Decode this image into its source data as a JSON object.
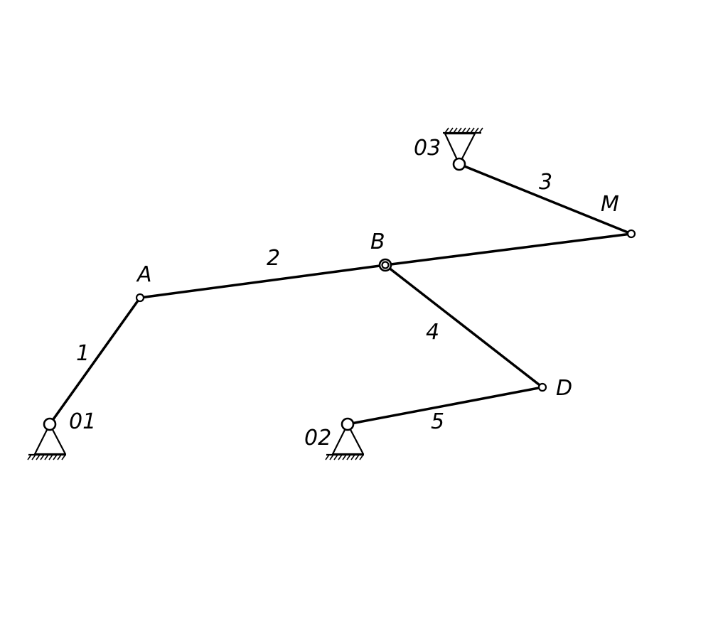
{
  "diagram": {
    "points": {
      "O1": "01",
      "O2": "02",
      "O3": "03",
      "A": "A",
      "B": "B",
      "D": "D",
      "M": "M"
    },
    "links": [
      "1",
      "2",
      "3",
      "4",
      "5"
    ],
    "colors": {
      "stroke": "#000000",
      "background": "#ffffff"
    }
  }
}
